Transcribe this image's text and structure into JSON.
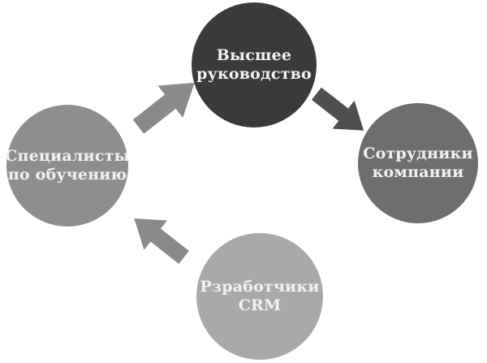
{
  "diagram": {
    "type": "cycle-diagram",
    "background": "#ffffff",
    "nodes": [
      {
        "id": "top-management",
        "lines": [
          "Высшее",
          "руководство"
        ],
        "fill": "#3a3a3a",
        "text_color": "#f2f2f2"
      },
      {
        "id": "company-employees",
        "lines": [
          "Сотрудники",
          "компании"
        ],
        "fill": "#6e6e6e",
        "text_color": "#f2f2f2"
      },
      {
        "id": "training-specialists",
        "lines": [
          "Специалисты",
          "по обучению"
        ],
        "fill": "#8e8e8e",
        "text_color": "#f2f2f2"
      },
      {
        "id": "crm-developers",
        "lines": [
          "Рзработчики",
          "CRM"
        ],
        "fill": "#a9a9a9",
        "text_color": "#f2f2f2"
      }
    ],
    "arrows": [
      {
        "id": "training-specialists-to-top-management",
        "direction": "up-right",
        "fill": "#8a8a8a"
      },
      {
        "id": "top-management-to-company-employees",
        "direction": "down-right",
        "fill": "#4f4f4f"
      },
      {
        "id": "crm-developers-to-training-specialists",
        "direction": "up-left",
        "fill": "#8a8a8a"
      }
    ]
  }
}
